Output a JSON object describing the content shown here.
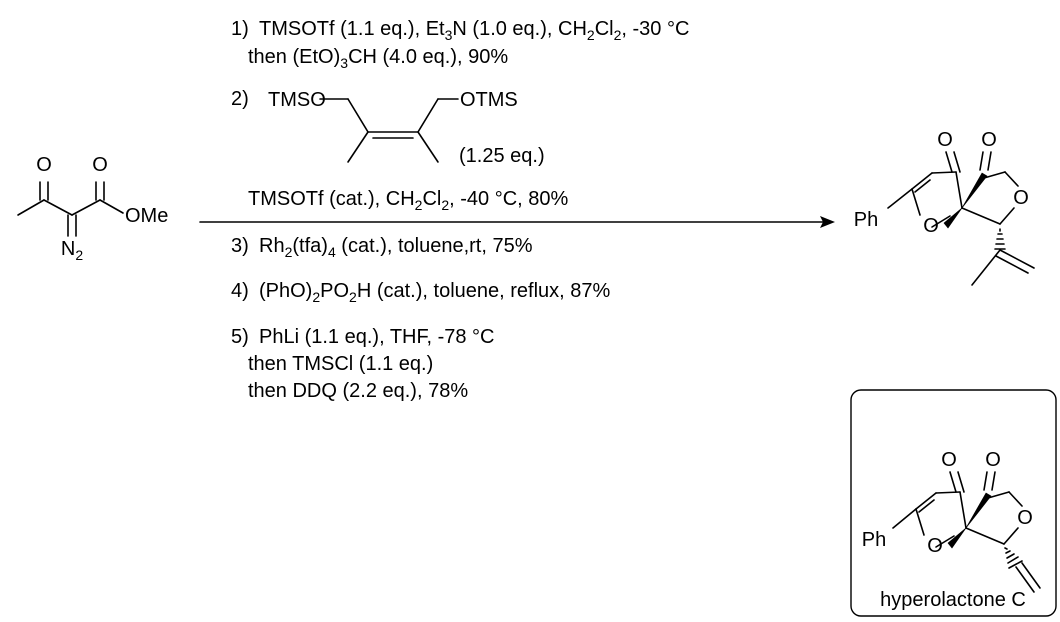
{
  "starting_material": {
    "atoms": {
      "o_ketone": "O",
      "o_ester": "O",
      "ome": "OMe",
      "n2": "N",
      "n2_sub": "2"
    }
  },
  "steps": [
    {
      "num": "1)",
      "lines": [
        [
          {
            "t": "TMSOTf (1.1 eq.), Et"
          },
          {
            "s": "3"
          },
          {
            "t": "N (1.0 eq.), CH"
          },
          {
            "s": "2"
          },
          {
            "t": "Cl"
          },
          {
            "s": "2"
          },
          {
            "t": ", -30 °C"
          }
        ],
        [
          {
            "t": "then (EtO)"
          },
          {
            "s": "3"
          },
          {
            "t": "CH (4.0 eq.), 90%"
          }
        ]
      ]
    },
    {
      "num": "2)",
      "reagent_atoms": {
        "left": "TMSO",
        "right": "OTMS"
      },
      "lines": [
        [
          {
            "t": "(1.25 eq.)"
          }
        ],
        [
          {
            "t": "TMSOTf (cat.), CH"
          },
          {
            "s": "2"
          },
          {
            "t": "Cl"
          },
          {
            "s": "2"
          },
          {
            "t": ",  -40 °C, 80%"
          }
        ]
      ]
    },
    {
      "num": "3)",
      "lines": [
        [
          {
            "t": "Rh"
          },
          {
            "s": "2"
          },
          {
            "t": "(tfa)"
          },
          {
            "s": "4"
          },
          {
            "t": " (cat.), toluene,rt, 75%"
          }
        ]
      ]
    },
    {
      "num": "4)",
      "lines": [
        [
          {
            "t": "(PhO)"
          },
          {
            "s": "2"
          },
          {
            "t": "PO"
          },
          {
            "s": "2"
          },
          {
            "t": "H (cat.), toluene, reflux, 87%"
          }
        ]
      ]
    },
    {
      "num": "5)",
      "lines": [
        [
          {
            "t": "PhLi (1.1 eq.), THF, -78 °C"
          }
        ],
        [
          {
            "t": "then TMSCl (1.1 eq.)"
          }
        ],
        [
          {
            "t": "then DDQ (2.2 eq.), 78%"
          }
        ]
      ]
    }
  ],
  "product": {
    "atoms": {
      "o_ketone": "O",
      "o_lactone_co": "O",
      "o_lactone": "O",
      "o_furan": "O",
      "ph": "Ph"
    }
  },
  "natural_product": {
    "name": "hyperolactone C",
    "atoms": {
      "o_ketone": "O",
      "o_lactone_co": "O",
      "o_lactone": "O",
      "o_furan": "O",
      "ph": "Ph"
    }
  },
  "colors": {
    "ink": "#000000",
    "background": "#ffffff"
  }
}
